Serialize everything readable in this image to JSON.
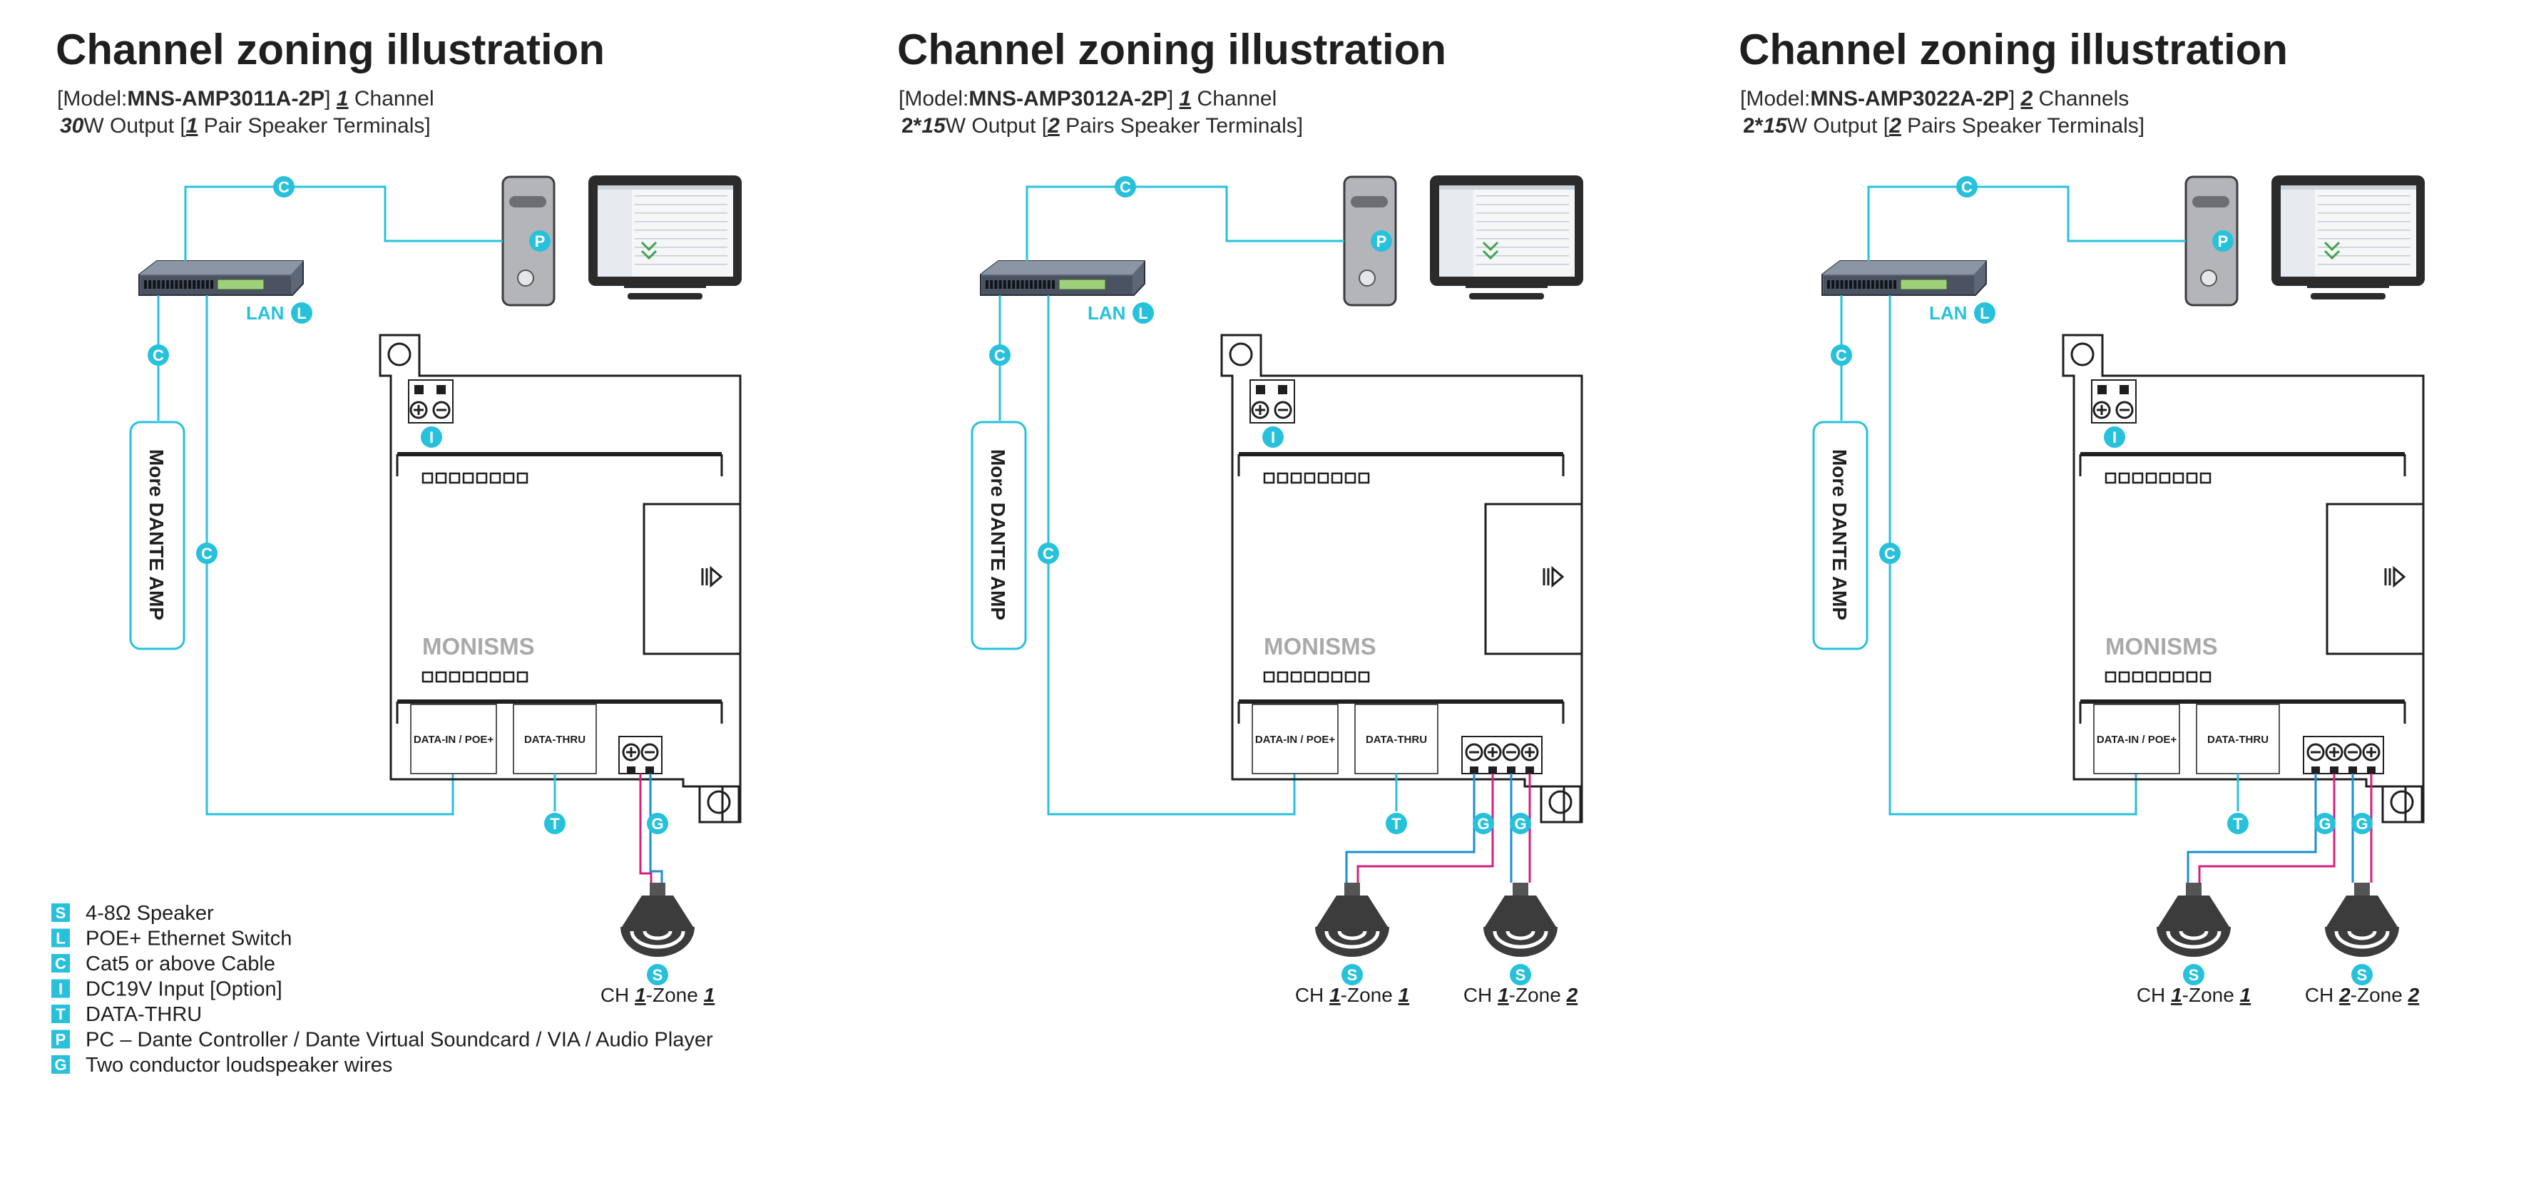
{
  "panels": [
    {
      "title": "Channel zoning illustration",
      "model_prefix": "[Model:",
      "model_code": "MNS-AMP3011A-2P",
      "model_suffix": "]",
      "channel_count": "1",
      "channel_word": "Channel",
      "output_prefix": "",
      "output_watts": "30",
      "output_text": "W Output [",
      "terminal_count": "1",
      "terminal_text": "Pair Speaker Terminals]",
      "lan_label": "LAN",
      "more_amp_label": "More DANTE AMP",
      "brand": "MONISMS",
      "data_in_label": "DATA-IN / POE+",
      "data_thru_label": "DATA-THRU",
      "terminal_polarity": [
        "⊕",
        "⊖"
      ],
      "zones": [
        {
          "prefix": "CH ",
          "ch": "1",
          "mid": "-Zone ",
          "zone": "1"
        }
      ]
    },
    {
      "title": "Channel zoning illustration",
      "model_prefix": "[Model:",
      "model_code": "MNS-AMP3012A-2P",
      "model_suffix": "]",
      "channel_count": "1",
      "channel_word": "Channel",
      "output_prefix": "2*",
      "output_watts": "15",
      "output_text": "W Output [",
      "terminal_count": "2",
      "terminal_text": "Pairs Speaker Terminals]",
      "lan_label": "LAN",
      "more_amp_label": "More DANTE AMP",
      "brand": "MONISMS",
      "data_in_label": "DATA-IN / POE+",
      "data_thru_label": "DATA-THRU",
      "terminal_polarity": [
        "⊖",
        "⊕",
        "⊖",
        "⊕"
      ],
      "zones": [
        {
          "prefix": "CH ",
          "ch": "1",
          "mid": "-Zone ",
          "zone": "1"
        },
        {
          "prefix": "CH ",
          "ch": "1",
          "mid": "-Zone ",
          "zone": "2"
        }
      ]
    },
    {
      "title": "Channel zoning illustration",
      "model_prefix": "[Model:",
      "model_code": "MNS-AMP3022A-2P",
      "model_suffix": "]",
      "channel_count": "2",
      "channel_word": "Channels",
      "output_prefix": "2*",
      "output_watts": "15",
      "output_text": "W Output [",
      "terminal_count": "2",
      "terminal_text": "Pairs Speaker Terminals]",
      "lan_label": "LAN",
      "more_amp_label": "More DANTE AMP",
      "brand": "MONISMS",
      "data_in_label": "DATA-IN / POE+",
      "data_thru_label": "DATA-THRU",
      "terminal_polarity": [
        "⊖",
        "⊕",
        "⊖",
        "⊕"
      ],
      "zones": [
        {
          "prefix": "CH ",
          "ch": "1",
          "mid": "-Zone ",
          "zone": "1"
        },
        {
          "prefix": "CH ",
          "ch": "2",
          "mid": "-Zone ",
          "zone": "2"
        }
      ]
    }
  ],
  "badges": {
    "cable": "C",
    "pc": "P",
    "lan": "L",
    "input": "I",
    "thru": "T",
    "wire": "G",
    "speaker": "S"
  },
  "legend": [
    {
      "key": "S",
      "text": "4-8Ω Speaker"
    },
    {
      "key": "L",
      "text": "POE+ Ethernet Switch"
    },
    {
      "key": "C",
      "text": "Cat5 or above Cable"
    },
    {
      "key": "I",
      "text": "DC19V Input [Option]"
    },
    {
      "key": "T",
      "text": "DATA-THRU"
    },
    {
      "key": "P",
      "text": "PC – Dante Controller / Dante Virtual Soundcard / VIA / Audio Player"
    },
    {
      "key": "G",
      "text": "Two conductor loudspeaker wires"
    }
  ],
  "colors": {
    "accent": "#27c1dc",
    "magenta": "#d4207f",
    "blue": "#1a8fd6",
    "dark": "#1f1f1f"
  }
}
